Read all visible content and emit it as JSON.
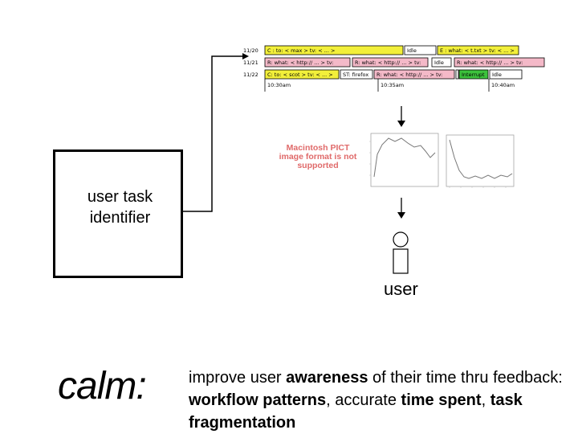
{
  "timeline": {
    "dates": [
      "11/20",
      "11/21",
      "11/22"
    ],
    "rows": [
      [
        {
          "text": "C :  to: < max >  tv: < ... >",
          "color": "#f2ef3a"
        },
        {
          "text": "Idle",
          "color": "#ffffff"
        },
        {
          "text": "E :   what: < t.txt > tv: < ... >",
          "color": "#f2ef3a"
        }
      ],
      [
        {
          "text": "R: what: < http:// ... >  tv:",
          "color": "#f4b9c8"
        },
        {
          "text": "R: what: < http:// ... >  tv: ",
          "color": "#f4b9c8"
        },
        {
          "text": "Idle",
          "color": "#ffffff"
        },
        {
          "text": "R: what: < http:// ... >  tv: ",
          "color": "#f4b9c8"
        }
      ],
      [
        {
          "text": "C: to: < scot >  tv: < ... >",
          "color": "#f2ef3a"
        },
        {
          "text": "ST: firefox",
          "color": "#ffffff"
        },
        {
          "text": "R: what: < http:// ... >  tv: ",
          "color": "#f4b9c8"
        },
        {
          "text": "Idle",
          "color": "#ffffff"
        },
        {
          "text": "Interrupt",
          "color": "#3cc23c"
        },
        {
          "text": "Idle",
          "color": "#ffffff"
        }
      ]
    ],
    "times": [
      "10:30am",
      "10:35am",
      "10:40am"
    ]
  },
  "pict_message": "Macintosh PICT image format is not supported",
  "identifier_box": {
    "label_line1": "user task",
    "label_line2": "identifier"
  },
  "user_label": "user",
  "calm_label": "calm:",
  "description": {
    "t1": "improve user ",
    "b1": "awareness",
    "t2": " of their time thru feedback: ",
    "b2": "workflow patterns",
    "t3": ", accurate ",
    "b3": "time spent",
    "t4": ", ",
    "b4": "task fragmentation"
  }
}
